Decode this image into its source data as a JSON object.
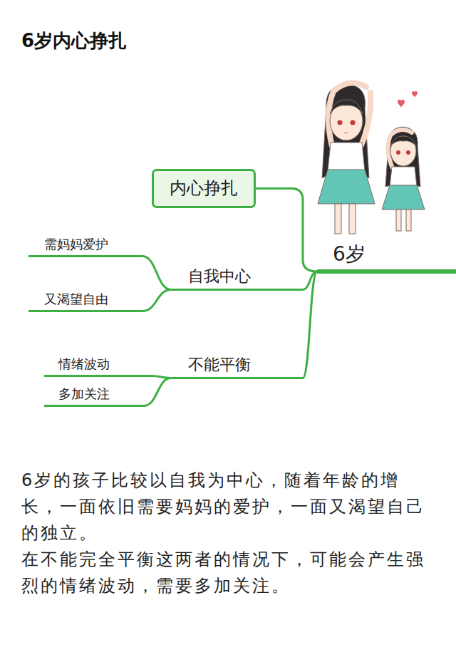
{
  "diagram": {
    "title": "6岁内心挣扎",
    "nodes": [
      {
        "text": [
          "内心挣扎"
        ]
      },
      {
        "text": [
          "6岁"
        ]
      },
      {
        "text": [
          "自我中心"
        ]
      },
      {
        "text": [
          "需妈妈爱护"
        ]
      },
      {
        "text": [
          "又渴望自由"
        ]
      },
      {
        "text": [
          "不能平衡"
        ]
      },
      {
        "text": [
          "情绪波动"
        ]
      },
      {
        "text": [
          "多加关注"
        ]
      }
    ],
    "edges": [
      {
        "from": 1,
        "to": 0,
        "arrow": "none"
      },
      {
        "from": 1,
        "to": 2,
        "arrow": "none"
      },
      {
        "from": 2,
        "to": 3,
        "arrow": "none"
      },
      {
        "from": 2,
        "to": 4,
        "arrow": "none"
      },
      {
        "from": 1,
        "to": 5,
        "arrow": "none"
      },
      {
        "from": 5,
        "to": 6,
        "arrow": "none"
      },
      {
        "from": 5,
        "to": 7,
        "arrow": "none"
      }
    ],
    "labels": [
      "6岁的孩子比较以自我为中心，随着年龄的增长，一面依旧需要妈妈的爱护，一面又渴望自己的独立。",
      "在不能完全平衡这两者的情况下，可能会产生强烈的情绪波动，需要多加关注。"
    ]
  }
}
